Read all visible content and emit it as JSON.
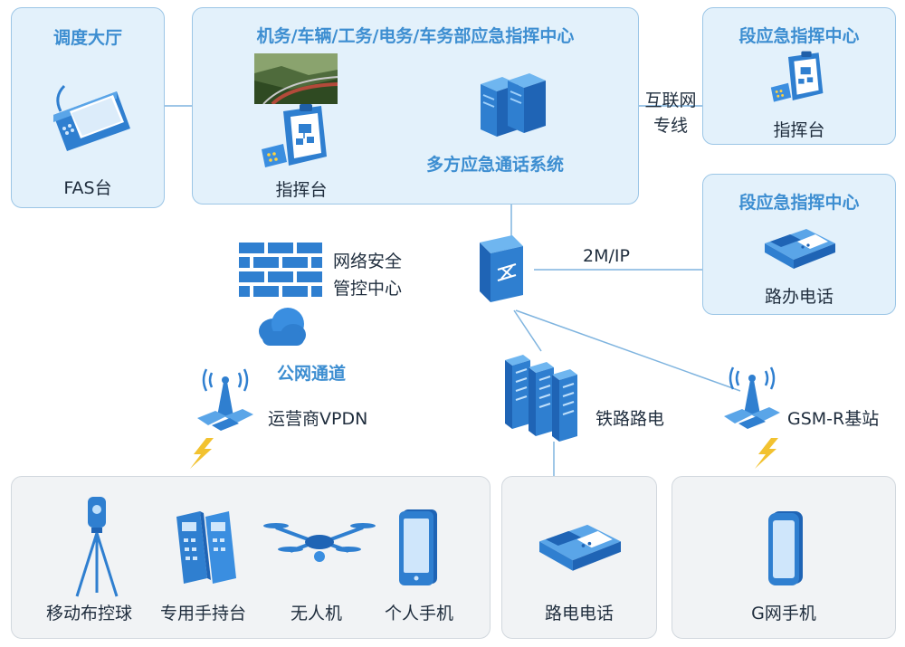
{
  "dispatch_hall": {
    "title": "调度大厅",
    "terminal_label": "FAS台"
  },
  "department_center": {
    "title": "机务/车辆/工务/电务/车务部应急指挥中心",
    "console_label": "指挥台",
    "system_label": "多方应急通话系统"
  },
  "interconnect": {
    "label_line1": "互联网",
    "label_line2": "专线"
  },
  "section_center_top": {
    "title": "段应急指挥中心",
    "console_label": "指挥台"
  },
  "section_center_bottom": {
    "title": "段应急指挥中心",
    "phone_label": "路办电话"
  },
  "link_2mip": "2M/IP",
  "security_center": {
    "line1": "网络安全",
    "line2": "管控中心"
  },
  "public_channel": "公网通道",
  "vpdn": "运营商VPDN",
  "railway_power": "铁路路电",
  "gsmr": "GSM-R基站",
  "terminals": {
    "ball": "移动布控球",
    "handheld": "专用手持台",
    "drone": "无人机",
    "phone": "个人手机"
  },
  "road_phone": "路电电话",
  "g_phone": "G网手机",
  "colors": {
    "accent": "#3d8ed1",
    "box_fill": "#e3f1fb",
    "box_border": "#9cc6e6",
    "gray_fill": "#f1f3f5",
    "lightning": "#f2c230"
  }
}
